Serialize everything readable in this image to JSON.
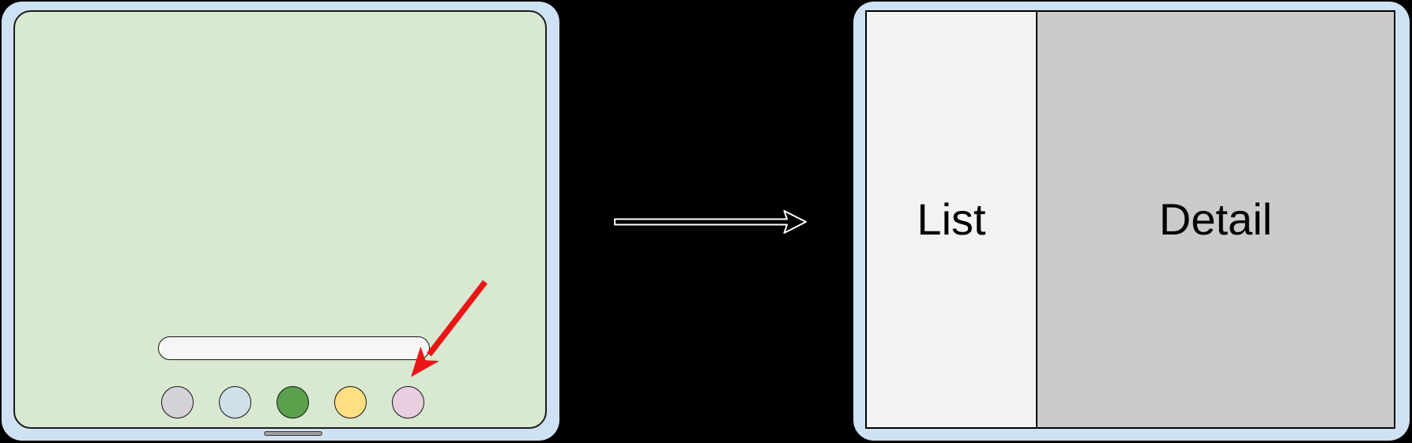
{
  "diagram": {
    "background_color": "#000000",
    "left_device": {
      "frame_color": "#cfe2f3",
      "screen_color": "#d9e8d1",
      "search_bar": {
        "fill": "#f6f6f6",
        "value": ""
      },
      "dock_icons": [
        {
          "id": "gray",
          "color": "#d5d3d8"
        },
        {
          "id": "blue",
          "color": "#cfe0e9"
        },
        {
          "id": "green",
          "color": "#5ba04d"
        },
        {
          "id": "yellow",
          "color": "#fedf84"
        },
        {
          "id": "pink",
          "color": "#e8cfe0"
        }
      ],
      "home_indicator_color": "#9e9e9e",
      "annotation_arrow_color": "#ec1414"
    },
    "transition_arrow": {
      "fill": "#000000",
      "outline": "#ffffff"
    },
    "right_device": {
      "frame_color": "#cfe2f3",
      "list_panel": {
        "label": "List",
        "fill": "#f2f2f2"
      },
      "detail_panel": {
        "label": "Detail",
        "fill": "#cbcbcb"
      }
    }
  }
}
